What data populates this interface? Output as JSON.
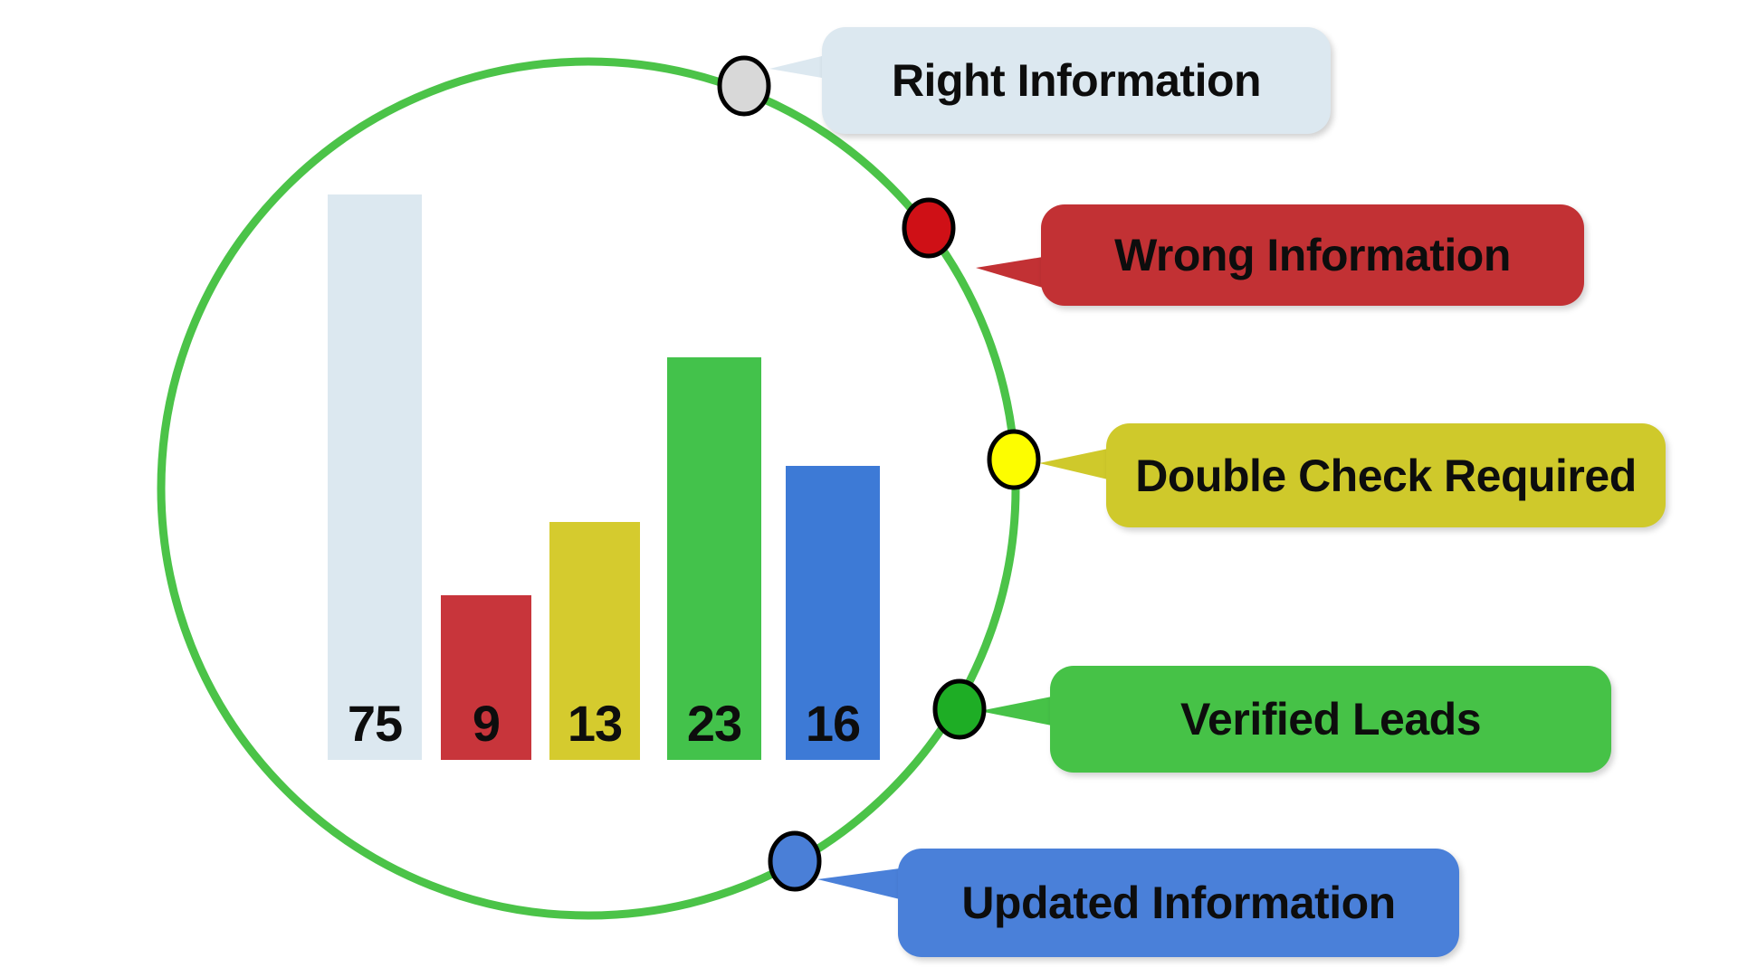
{
  "colors": {
    "background": "#ffffff",
    "circle_green": "#4bc348",
    "text": "#0d0d0d",
    "marker_stroke": "#000000"
  },
  "chart_data": {
    "type": "bar",
    "categories": [
      "Right Information",
      "Wrong Information",
      "Double Check Required",
      "Verified Leads",
      "Updated Information"
    ],
    "values": [
      75,
      9,
      13,
      23,
      16
    ],
    "bar_colors": [
      "#dce8f0",
      "#c8353b",
      "#d5cb2e",
      "#43c24b",
      "#3d7ad6"
    ],
    "title": "",
    "xlabel": "",
    "ylabel": "",
    "axes_visible": false,
    "grid": false,
    "legend_position": "right-callouts",
    "data_labels_visible": true
  },
  "callouts": [
    {
      "label": "Right Information",
      "box_color": "#dce8f0",
      "marker_color": "#d8d8d8"
    },
    {
      "label": "Wrong Information",
      "box_color": "#c23134",
      "marker_color": "#cf1016"
    },
    {
      "label": "Double Check Required",
      "box_color": "#cfc92b",
      "marker_color": "#fdfd00"
    },
    {
      "label": "Verified Leads",
      "box_color": "#46c247",
      "marker_color": "#1ead25"
    },
    {
      "label": "Updated Information",
      "box_color": "#4a80d9",
      "marker_color": "#4a7fd7"
    }
  ]
}
